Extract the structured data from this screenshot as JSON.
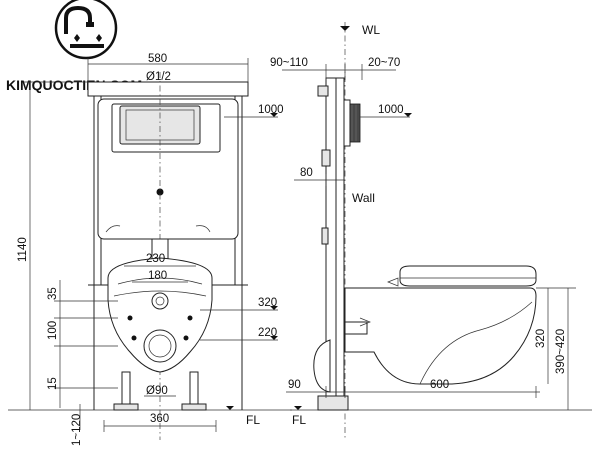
{
  "brand": {
    "name": "KIMQUOCTIEN.COM",
    "logo_icon": "faucet-logo-icon"
  },
  "front_view": {
    "width_dim": "580",
    "pipe_dim": "Ø1/2",
    "button_height_dim": "1000",
    "frame_height_dim": "1140",
    "dim_35": "35",
    "dim_100": "100",
    "dim_15": "15",
    "dim_1_120": "1~120",
    "dim_230": "230",
    "dim_180": "180",
    "dim_320": "320",
    "dim_220": "220",
    "dim_d90": "Ø90",
    "dim_360": "360",
    "floor_label": "FL"
  },
  "side_view": {
    "wall_line_label": "WL",
    "dim_90_110": "90~110",
    "dim_20_70": "20~70",
    "button_height_dim": "1000",
    "dim_80": "80",
    "wall_label": "Wall",
    "dim_90": "90",
    "dim_600": "600",
    "dim_320": "320",
    "dim_390_420": "390~420",
    "floor_label": "FL"
  }
}
